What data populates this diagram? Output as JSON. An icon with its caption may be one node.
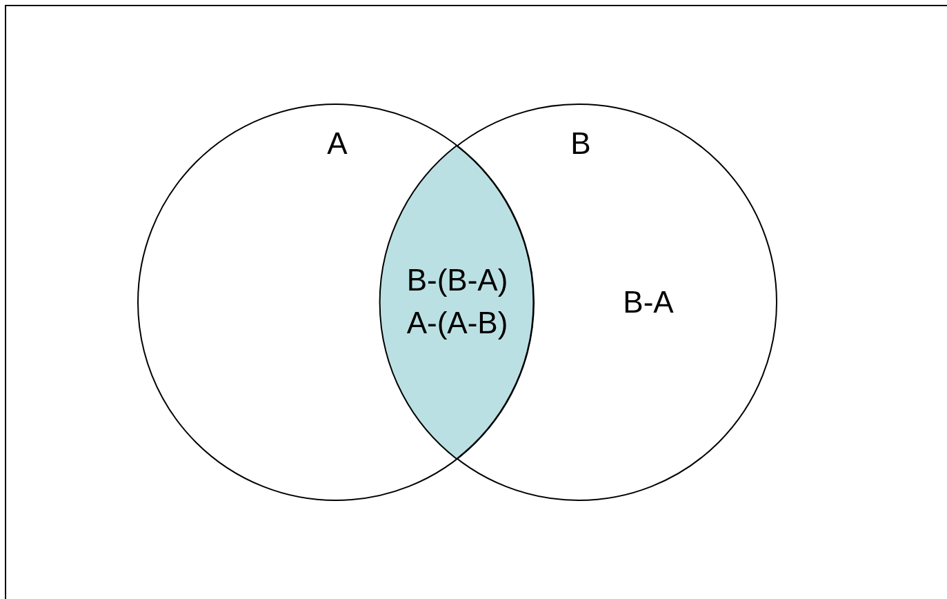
{
  "diagram": {
    "nodes": [
      {
        "text": [
          "A"
        ]
      },
      {
        "text": [
          "B",
          "B-A"
        ]
      },
      {
        "text": [
          "B-(B-A)",
          "A-(A-B)"
        ]
      }
    ]
  }
}
